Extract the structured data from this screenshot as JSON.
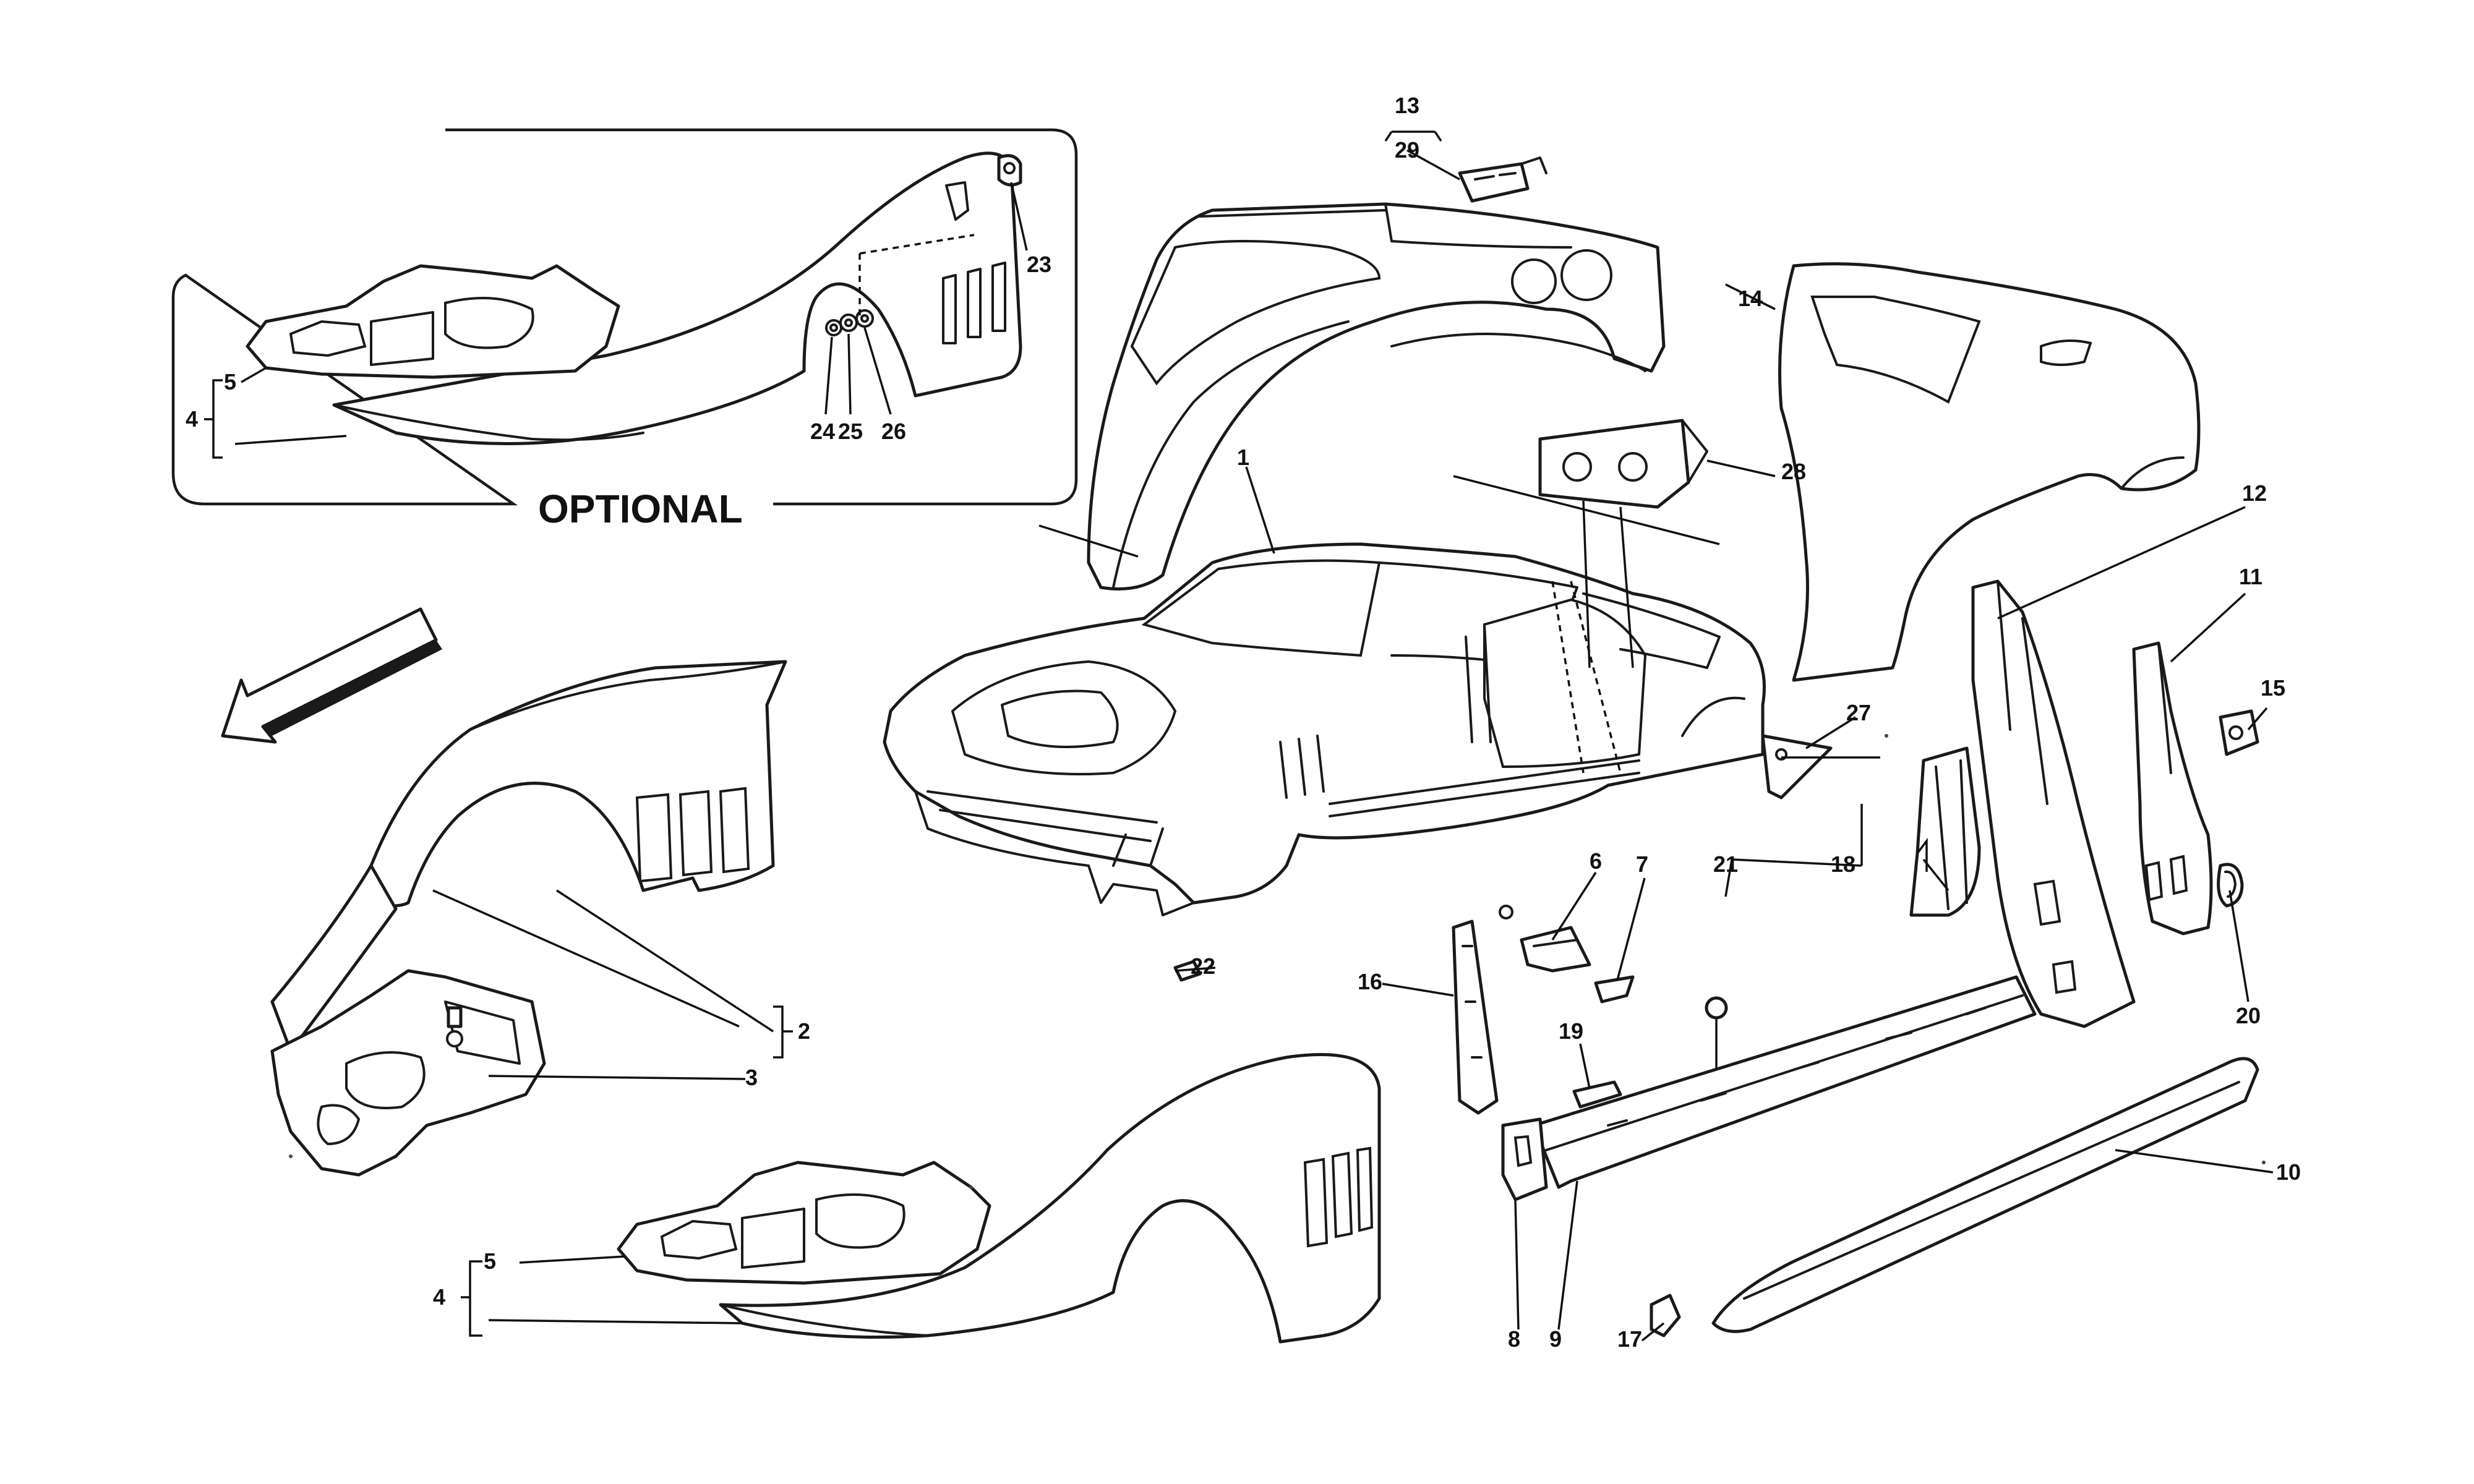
{
  "inset": {
    "label": "OPTIONAL"
  },
  "callouts": {
    "c1": "1",
    "c2": "2",
    "c3": "3",
    "c4a": "4",
    "c5a": "5",
    "c4b": "4",
    "c5b": "5",
    "c6": "6",
    "c7": "7",
    "c8": "8",
    "c9": "9",
    "c10": "10",
    "c11": "11",
    "c12": "12",
    "c13": "13",
    "c14": "14",
    "c15": "15",
    "c16": "16",
    "c17": "17",
    "c18": "18",
    "c19": "19",
    "c20": "20",
    "c21": "21",
    "c22": "22",
    "c23": "23",
    "c24": "24",
    "c25": "25",
    "c26": "26",
    "c27": "27",
    "c28": "28",
    "c29": "29"
  },
  "colors": {
    "line": "#1a1a1a",
    "background": "#ffffff"
  }
}
